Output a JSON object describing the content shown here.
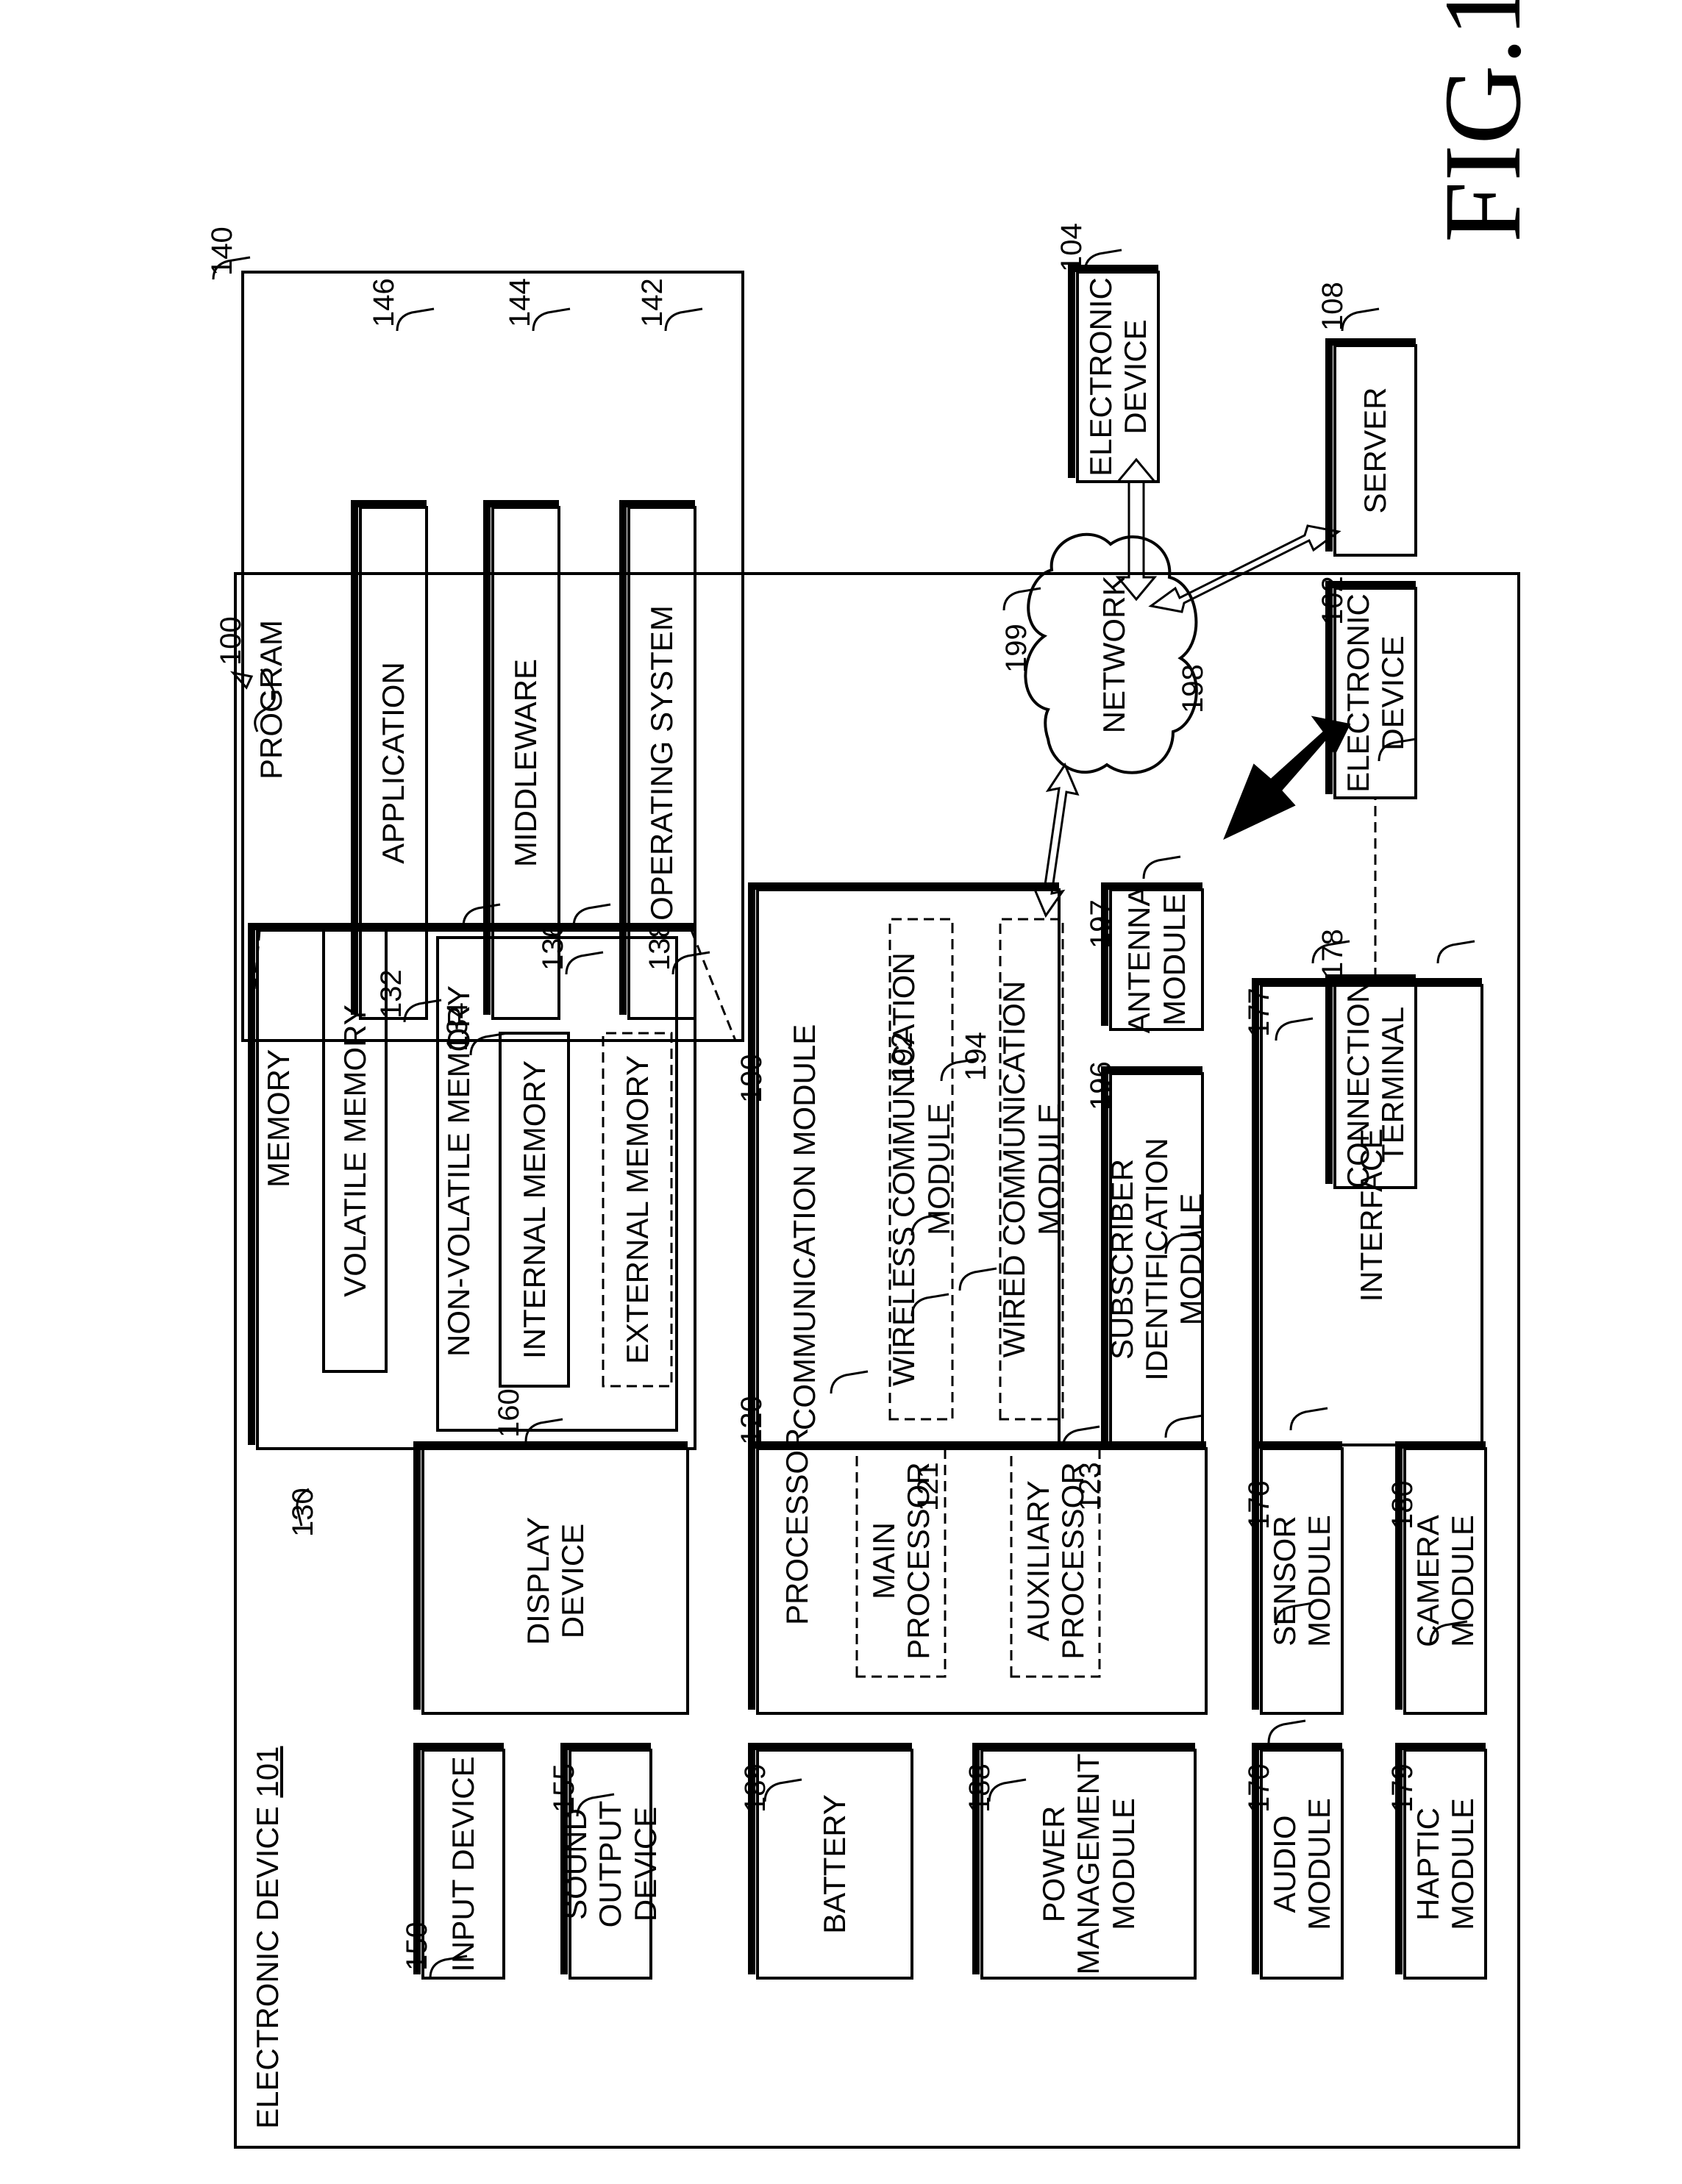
{
  "figure": "FIG.1",
  "electronic_device": {
    "label": "ELECTRONIC DEVICE",
    "number": "101",
    "ref": "100"
  },
  "program": {
    "label": "PROGRAM",
    "ref": "140",
    "application": {
      "label": "APPLICATION",
      "ref": "146"
    },
    "middleware": {
      "label": "MIDDLEWARE",
      "ref": "144"
    },
    "operating_system": {
      "label": "OPERATING SYSTEM",
      "ref": "142"
    }
  },
  "memory": {
    "label": "MEMORY",
    "ref": "130",
    "volatile": {
      "label": "VOLATILE MEMORY",
      "ref": "132"
    },
    "non_volatile": {
      "label": "NON-VOLATILE MEMORY",
      "ref": "134"
    },
    "internal": {
      "label": "INTERNAL MEMORY",
      "ref": "136"
    },
    "external": {
      "label": "EXTERNAL MEMORY",
      "ref": "138"
    }
  },
  "display_device": {
    "label": "DISPLAY\nDEVICE",
    "ref": "160"
  },
  "input_device": {
    "label": "INPUT DEVICE",
    "ref": "150"
  },
  "sound_output_device": {
    "label": "SOUND\nOUTPUT DEVICE",
    "ref": "155"
  },
  "processor": {
    "label": "PROCESSOR",
    "ref": "120",
    "main": {
      "label": "MAIN\nPROCESSOR",
      "ref": "121"
    },
    "auxiliary": {
      "label": "AUXILIARY\nPROCESSOR",
      "ref": "123"
    }
  },
  "battery": {
    "label": "BATTERY",
    "ref": "189"
  },
  "communication_module": {
    "label": "COMMUNICATION MODULE",
    "ref": "190",
    "wireless": {
      "label": "WIRELESS COMMUNICATION MODULE",
      "ref": "192"
    },
    "wired": {
      "label": "WIRED COMMUNICATION MODULE",
      "ref": "194"
    }
  },
  "power_management_module": {
    "label": "POWER\nMANAGEMENT\nMODULE",
    "ref": "188"
  },
  "subscriber_identification_module": {
    "label": "SUBSCRIBER\nIDENTIFICATION MODULE",
    "ref": "196"
  },
  "antenna_module": {
    "label": "ANTENNA\nMODULE",
    "ref": "197"
  },
  "audio_module": {
    "label": "AUDIO MODULE",
    "ref": "170"
  },
  "sensor_module": {
    "label": "SENSOR MODULE",
    "ref": "176"
  },
  "interface": {
    "label": "INTERFACE",
    "ref": "177"
  },
  "haptic_module": {
    "label": "HAPTIC MODULE",
    "ref": "179"
  },
  "camera_module": {
    "label": "CAMERA MODULE",
    "ref": "180"
  },
  "connection_terminal": {
    "label": "CONNECTION\nTERMINAL",
    "ref": "178"
  },
  "network": {
    "label": "NETWORK",
    "ref": "199"
  },
  "short_range_link": {
    "ref": "198"
  },
  "electronic_device_102": {
    "label": "ELECTRONIC\nDEVICE",
    "ref": "102"
  },
  "electronic_device_104": {
    "label": "ELECTRONIC\nDEVICE",
    "ref": "104"
  },
  "server": {
    "label": "SERVER",
    "ref": "108"
  }
}
